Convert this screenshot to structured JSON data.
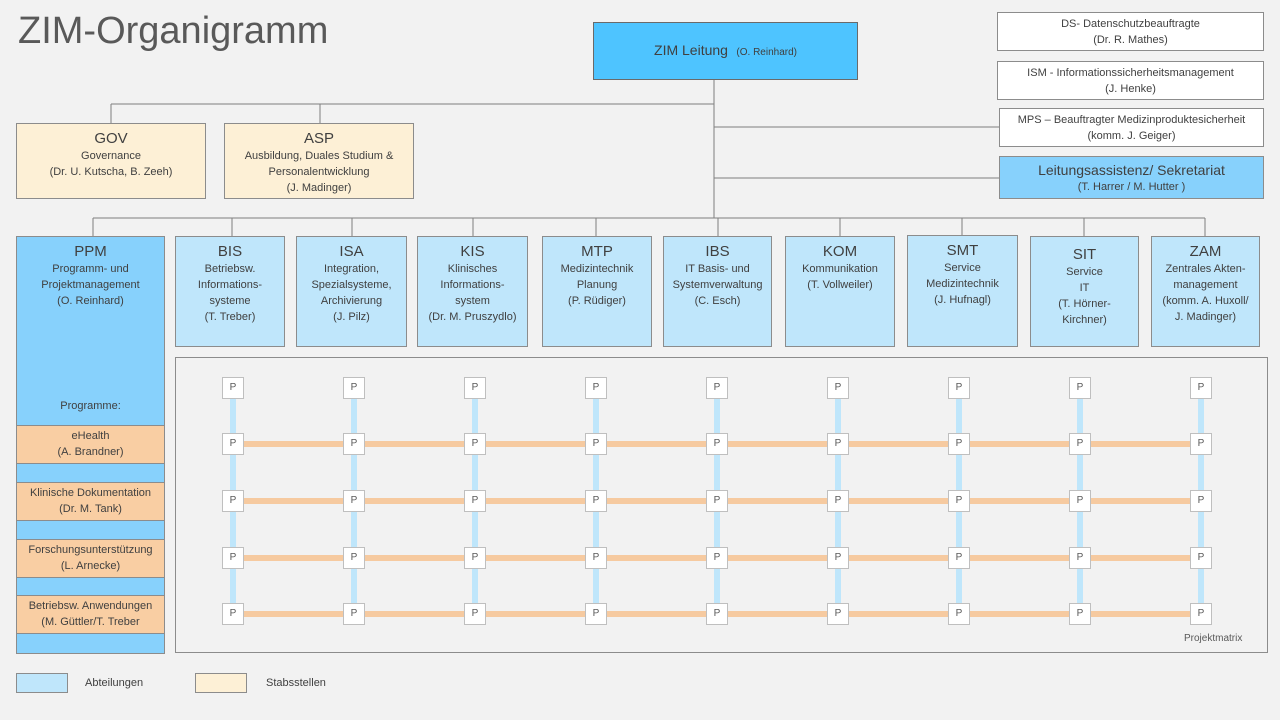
{
  "title": "ZIM-Organigramm",
  "lead": {
    "name": "ZIM Leitung",
    "person": "(O. Reinhard)"
  },
  "staff": [
    {
      "line1": "DS- Datenschutzbeauftragte",
      "line2": "(Dr. R. Mathes)"
    },
    {
      "line1": "ISM - Informationssicherheitsmanagement",
      "line2": "(J. Henke)"
    },
    {
      "line1": "MPS – Beauftragter Medizinproduktesicherheit",
      "line2": "(komm. J. Geiger)"
    }
  ],
  "assistant": {
    "name": "Leitungsassistenz/ Sekretariat",
    "person": "(T. Harrer / M. Hutter )"
  },
  "stabs": [
    {
      "abbr": "GOV",
      "lines": [
        "Governance",
        "(Dr. U. Kutscha, B. Zeeh)"
      ]
    },
    {
      "abbr": "ASP",
      "lines": [
        "Ausbildung, Duales Studium &",
        "Personalentwicklung",
        "(J. Madinger)"
      ]
    }
  ],
  "ppm": {
    "abbr": "PPM",
    "lines": [
      "Programm- und",
      "Projektmanagement",
      "(O. Reinhard)"
    ],
    "programs_label": "Programme:"
  },
  "programs": [
    {
      "line1": "eHealth",
      "line2": "(A. Brandner)"
    },
    {
      "line1": "Klinische Dokumentation",
      "line2": "(Dr. M. Tank)"
    },
    {
      "line1": "Forschungsunterstützung",
      "line2": "(L. Arnecke)"
    },
    {
      "line1": "Betriebsw. Anwendungen",
      "line2": "(M. Güttler/T. Treber"
    }
  ],
  "departments": [
    {
      "abbr": "BIS",
      "lines": [
        "Betriebsw.",
        "Informations-",
        "systeme",
        "(T. Treber)"
      ]
    },
    {
      "abbr": "ISA",
      "lines": [
        "Integration,",
        "Spezialsysteme,",
        "Archivierung",
        "(J. Pilz)"
      ]
    },
    {
      "abbr": "KIS",
      "lines": [
        "Klinisches",
        "Informations-",
        "system",
        "(Dr. M. Pruszydlo)"
      ]
    },
    {
      "abbr": "MTP",
      "lines": [
        "Medizintechnik",
        "Planung",
        "(P. Rüdiger)"
      ]
    },
    {
      "abbr": "IBS",
      "lines": [
        "IT Basis- und",
        "Systemverwaltung",
        "(C. Esch)"
      ]
    },
    {
      "abbr": "KOM",
      "lines": [
        "Kommunikation",
        "(T. Vollweiler)"
      ]
    },
    {
      "abbr": "SMT",
      "lines": [
        "Service",
        "Medizintechnik",
        "(J. Hufnagl)"
      ]
    },
    {
      "abbr": "SIT",
      "lines": [
        "Service",
        "IT",
        "(T. Hörner-",
        "Kirchner)"
      ]
    },
    {
      "abbr": "ZAM",
      "lines": [
        "Zentrales Akten-",
        "management",
        "(komm. A. Huxoll/",
        "J. Madinger)"
      ]
    }
  ],
  "matrix": {
    "node_label": "P",
    "caption": "Projektmatrix"
  },
  "legend": {
    "departments_label": "Abteilungen",
    "staff_label": "Stabsstellen"
  },
  "colors": {
    "lead": "#4ec4ff",
    "department": "#bfe6fb",
    "ppm": "#87d1fc",
    "staff_unit": "#fdf0d6",
    "program": "#f9cea3",
    "matrix_vertical": "#bfe6fb",
    "matrix_horizontal": "#f6caa0"
  }
}
